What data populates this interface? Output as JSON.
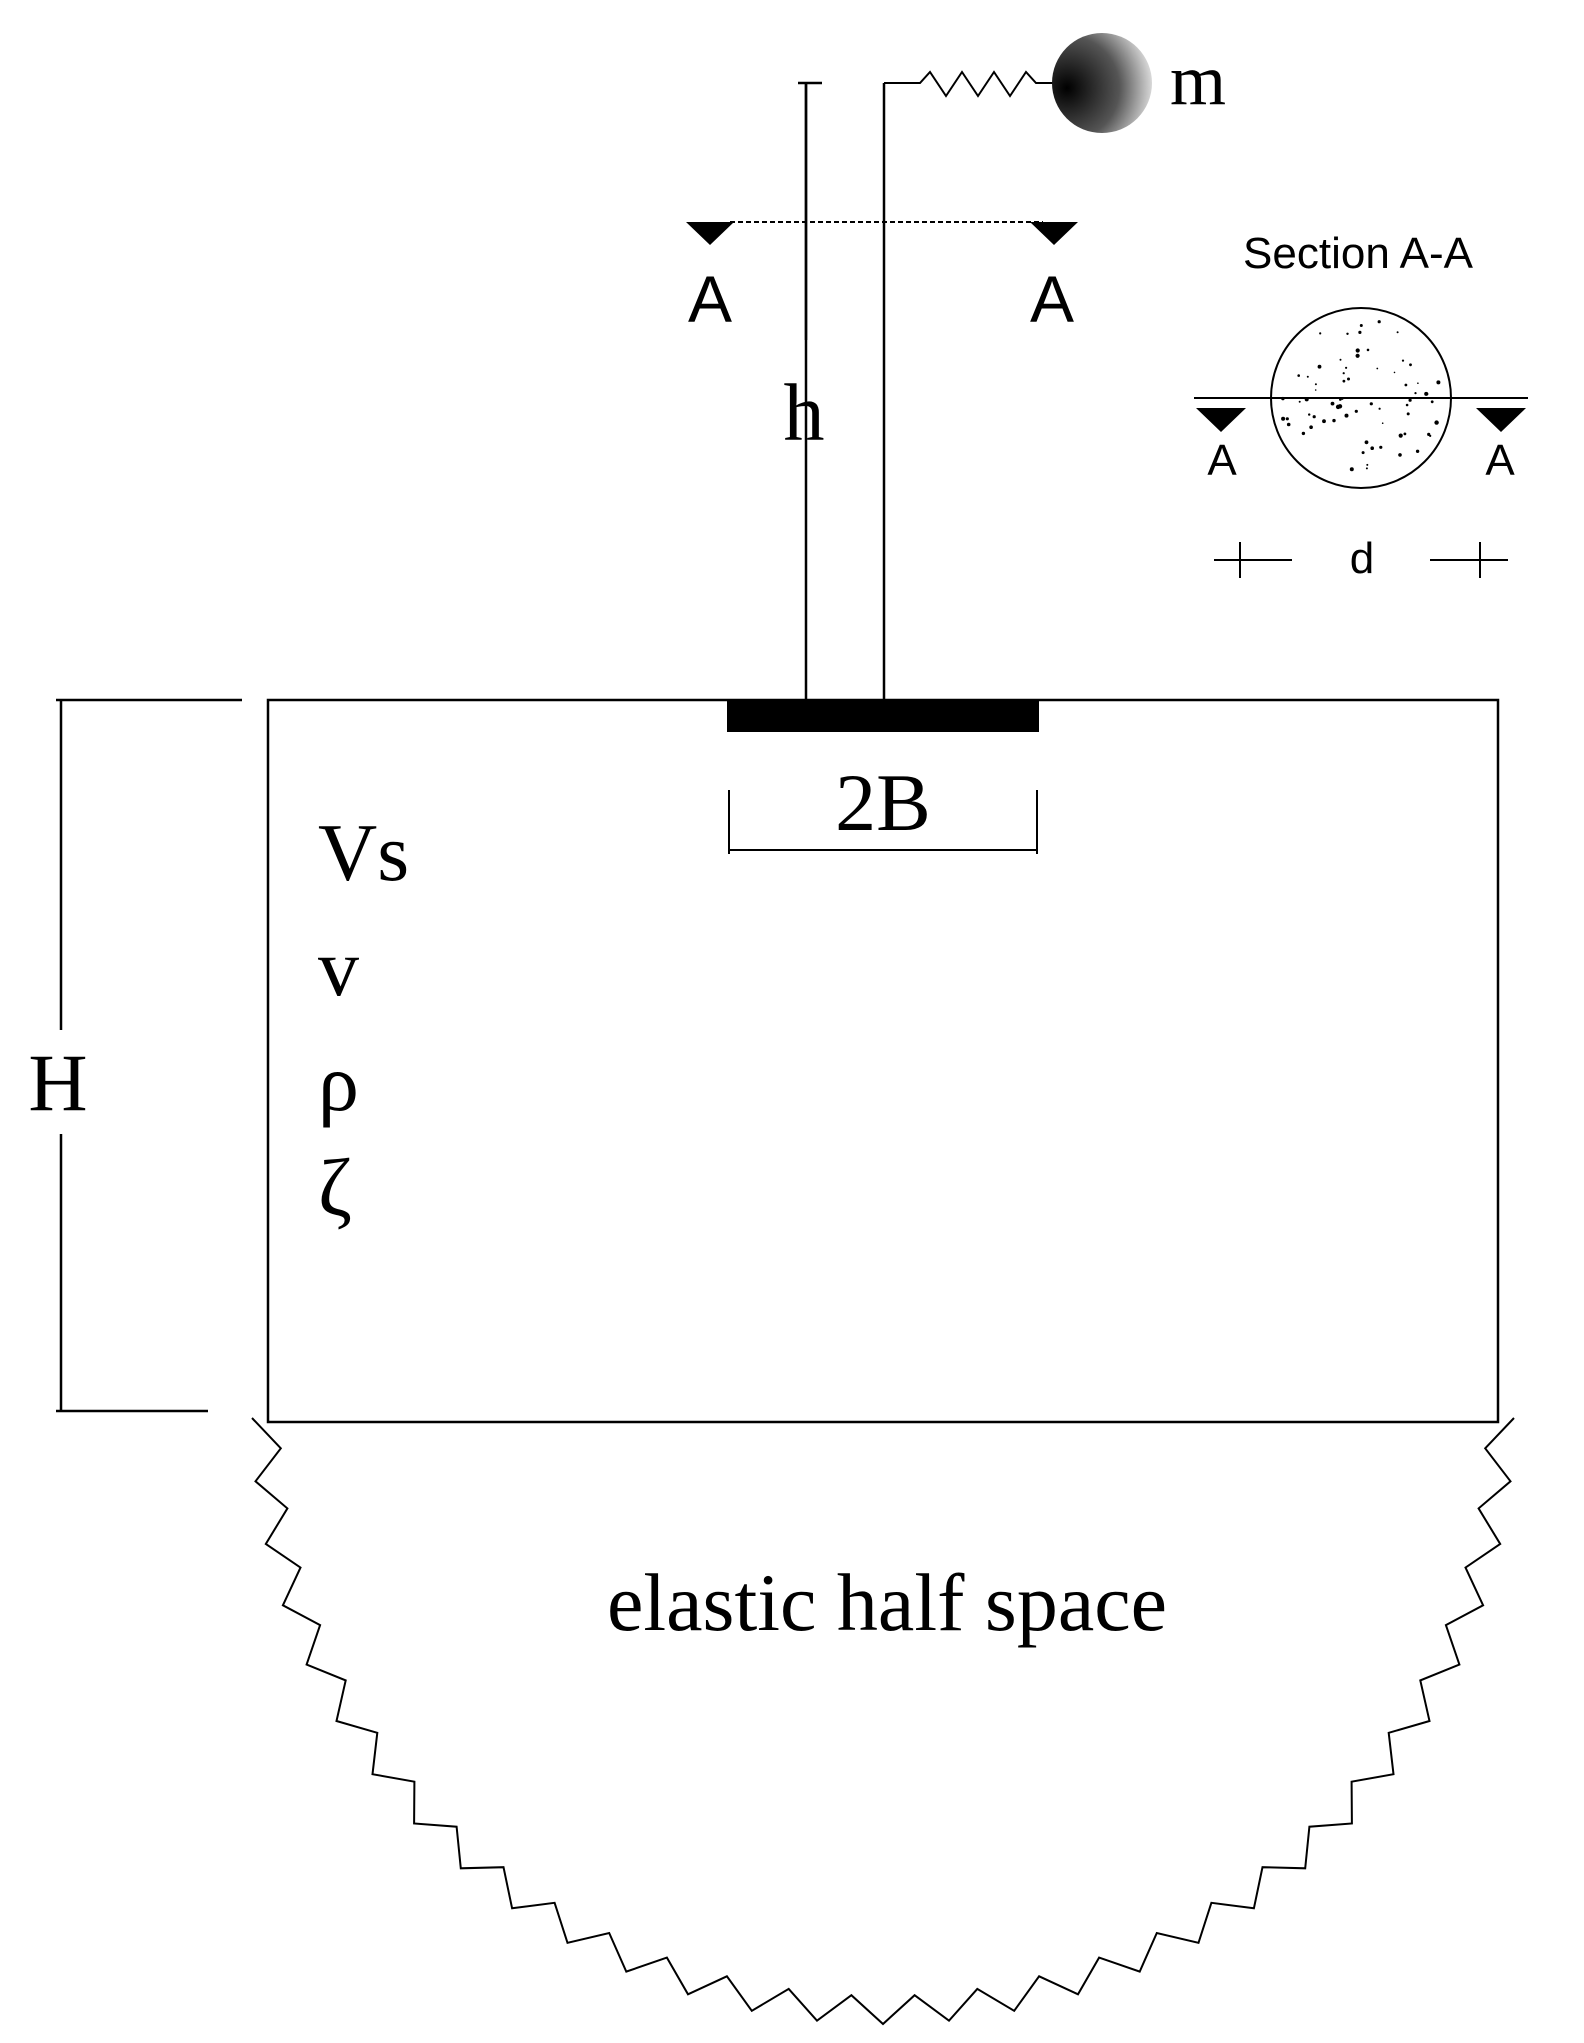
{
  "labels": {
    "mass": "m",
    "height": "h",
    "section_marker_left": "A",
    "section_marker_right": "A",
    "section_title": "Section A-A",
    "section_inner_left": "A",
    "section_inner_right": "A",
    "diameter": "d",
    "foundation_width": "2B",
    "layer_thickness": "H",
    "shear_velocity": "Vs",
    "poisson_ratio": "v",
    "density": "ρ",
    "damping": "ζ",
    "half_space": "elastic half space"
  }
}
